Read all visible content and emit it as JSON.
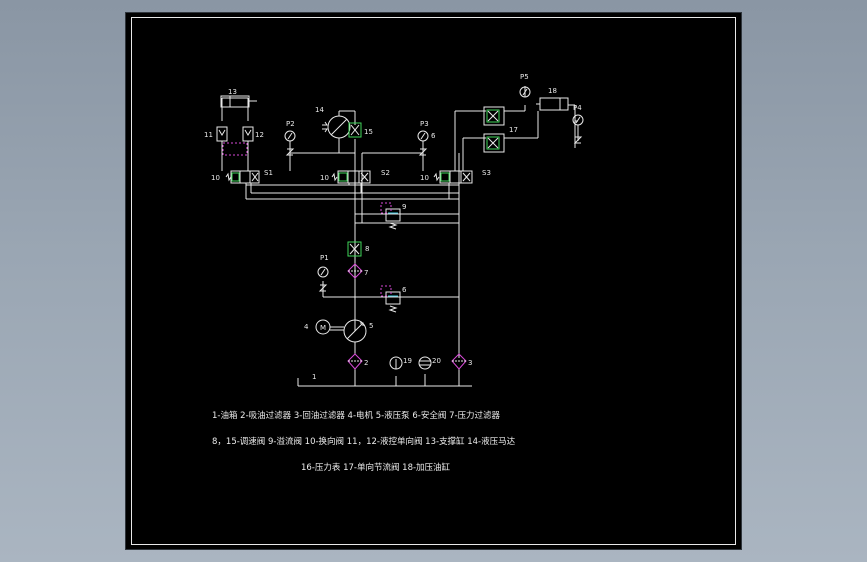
{
  "colors": {
    "background": "#9aa6b3",
    "sheet": "#000000",
    "line": "#e9e9e9",
    "valve_green": "#3fd65a",
    "diamond_magenta": "#d84ad8",
    "gauge_cyan": "#3ec7e0"
  },
  "components": {
    "c1": "1",
    "c2": "2",
    "c3": "3",
    "c4": "4",
    "c4_symbol": "M",
    "c5": "5",
    "c6": "6",
    "c6b": "6",
    "c7": "7",
    "c8": "8",
    "c9": "9",
    "c10a": "10",
    "c10b": "10",
    "c10c": "10",
    "c11": "11",
    "c12": "12",
    "c13": "13",
    "c14": "14",
    "c15": "15",
    "c17": "17",
    "c18": "18",
    "c19": "19",
    "c20": "20",
    "p1": "P1",
    "p2": "P2",
    "p3": "P3",
    "p4": "P4",
    "p5": "P5",
    "s1": "S1",
    "s2": "S2",
    "s3": "S3"
  },
  "legend": {
    "line1": "1-油箱  2-吸油过滤器  3-回油过滤器  4-电机  5-液压泵  6-安全阀  7-压力过滤器",
    "line2": "8，15-调速阀  9-溢流阀  10-换向阀  11，12-液控单向阀  13-支撑缸  14-液压马达",
    "line3": "16-压力表  17-单向节流阀  18-加压油缸"
  }
}
